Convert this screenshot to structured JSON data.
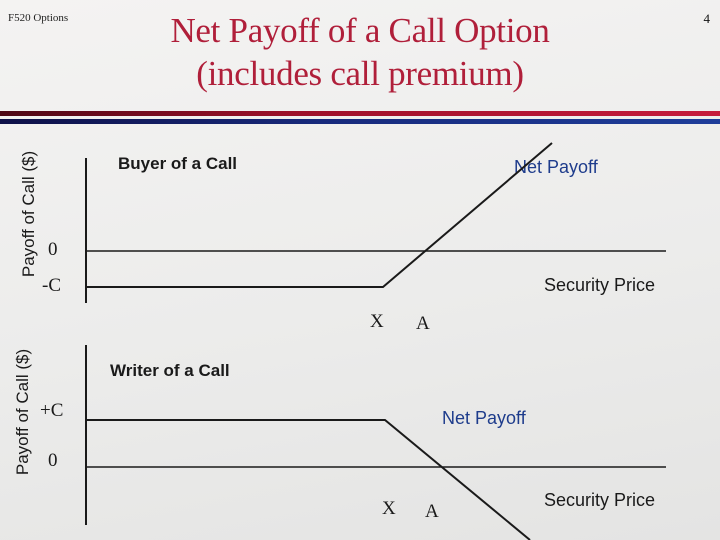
{
  "slide": {
    "course_label": "F520 Options",
    "page_number": "4",
    "title_line1": "Net Payoff of a Call Option",
    "title_line2": "(includes call premium)"
  },
  "colors": {
    "title_red": "#b01f3a",
    "net_payoff_blue": "#1e3c8c",
    "line_black": "#1a1a1a",
    "divider_red": "#c61b3c",
    "divider_blue": "#1e3d9a"
  },
  "chart_data": [
    {
      "type": "line",
      "id": "buyer",
      "title": "Buyer of a Call",
      "y_axis_label": "Payoff of Call ($)",
      "x_axis_label": "Security Price",
      "series_label": "Net Payoff",
      "y_tick_labels": [
        "0",
        "-C"
      ],
      "x_tick_labels": [
        "X",
        "A"
      ],
      "description": "Net payoff is flat at -C (premium paid) until strike X, then rises one-for-one with security price, crossing zero at breakeven point A",
      "lines": [
        {
          "name": "y-axis",
          "points": [
            [
              86,
              158
            ],
            [
              86,
              303
            ]
          ],
          "width": 2
        },
        {
          "name": "zero-axis",
          "points": [
            [
              86,
              251
            ],
            [
              666,
              251
            ]
          ],
          "width": 1.5
        },
        {
          "name": "net-payoff-line",
          "points": [
            [
              86,
              287
            ],
            [
              383,
              287
            ],
            [
              552,
              143
            ]
          ],
          "width": 2
        }
      ]
    },
    {
      "type": "line",
      "id": "writer",
      "title": "Writer of a Call",
      "y_axis_label": "Payoff of Call ($)",
      "x_axis_label": "Security Price",
      "series_label": "Net Payoff",
      "y_tick_labels": [
        "+C",
        "0"
      ],
      "x_tick_labels": [
        "X",
        "A"
      ],
      "description": "Net payoff is flat at +C (premium received) until strike X, then falls one-for-one with security price, crossing zero at point A",
      "lines": [
        {
          "name": "y-axis",
          "points": [
            [
              86,
              345
            ],
            [
              86,
              525
            ]
          ],
          "width": 2
        },
        {
          "name": "zero-axis",
          "points": [
            [
              86,
              467
            ],
            [
              666,
              467
            ]
          ],
          "width": 1.5
        },
        {
          "name": "net-payoff-line",
          "points": [
            [
              86,
              420
            ],
            [
              385,
              420
            ],
            [
              530,
              540
            ]
          ],
          "width": 2
        }
      ]
    }
  ]
}
